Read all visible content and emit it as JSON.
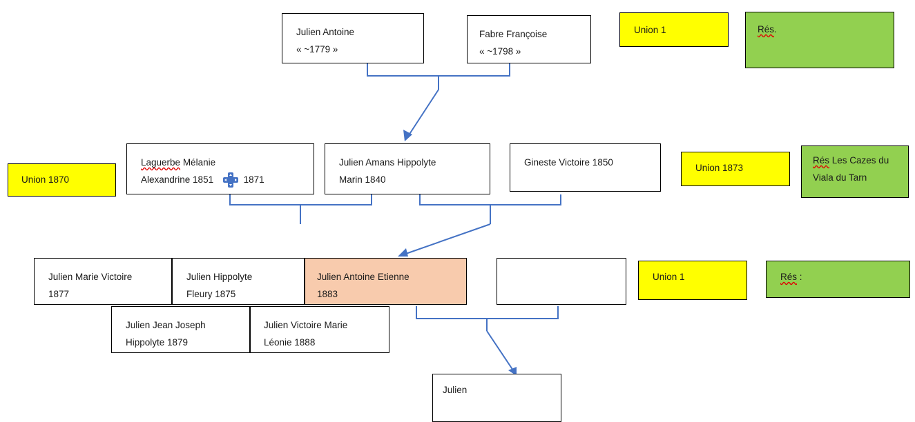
{
  "generation_1": {
    "father": {
      "line1": "Julien Antoine",
      "line2": "« ~1779 »"
    },
    "mother": {
      "line1": "Fabre Françoise",
      "line2": "« ~1798 »"
    },
    "union": "Union 1",
    "residence": {
      "word": "Rés",
      "suffix": "."
    }
  },
  "generation_2": {
    "spouse_left": {
      "line1_word": "Laguerbe",
      "line1_rest": " Mélanie",
      "line2": "Alexandrine 1851",
      "death_year": "1871"
    },
    "center": {
      "line1": "Julien Amans Hippolyte",
      "line2": "Marin 1840"
    },
    "spouse_right": {
      "line1": "Gineste Victoire 1850"
    },
    "union_left": "Union 1870",
    "union_right": "Union 1873",
    "residence": {
      "word": "Rés",
      "line1_rest": " Les Cazes du",
      "line2": "Viala du Tarn"
    }
  },
  "generation_3": {
    "children": [
      {
        "line1": "Julien Marie Victoire",
        "line2": "1877"
      },
      {
        "line1": "Julien Hippolyte",
        "line2": "Fleury 1875"
      },
      {
        "line1": "Julien Antoine Etienne",
        "line2": "1883"
      },
      {
        "line1": "Julien Jean Joseph",
        "line2": "Hippolyte 1879"
      },
      {
        "line1": "Julien Victoire Marie",
        "line2": "Léonie 1888"
      }
    ],
    "spouse_empty": "",
    "union": "Union 1",
    "residence": {
      "word": "Rés",
      "suffix": " :"
    }
  },
  "generation_4": {
    "child": {
      "line1": "Julien"
    }
  },
  "colors": {
    "union_fill": "#ffff00",
    "residence_fill": "#92d050",
    "highlight_fill": "#f8cbad",
    "connector": "#4472c4",
    "spellcheck_underline": "#e00000"
  },
  "icons": {
    "death_marker": "cross-icon"
  }
}
